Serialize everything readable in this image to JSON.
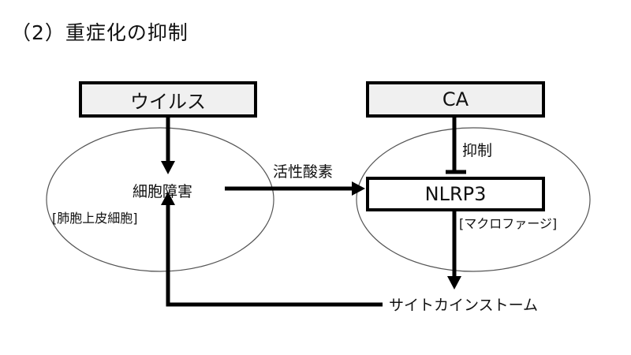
{
  "title": "（2）重症化の抑制",
  "nodes": {
    "virus": "ウイルス",
    "ca": "CA",
    "nlrp3": "NLRP3",
    "cell_damage": "細胞障害",
    "cytokine_storm": "サイトカインストーム"
  },
  "regions": {
    "left": "[肺胞上皮細胞]",
    "right": "[マクロファージ]"
  },
  "edges": {
    "ros": "活性酸素",
    "inhibit": "抑制"
  },
  "colors": {
    "box_fill": "#f0f0f0",
    "stroke": "#000000",
    "ellipse_stroke": "#555555"
  }
}
